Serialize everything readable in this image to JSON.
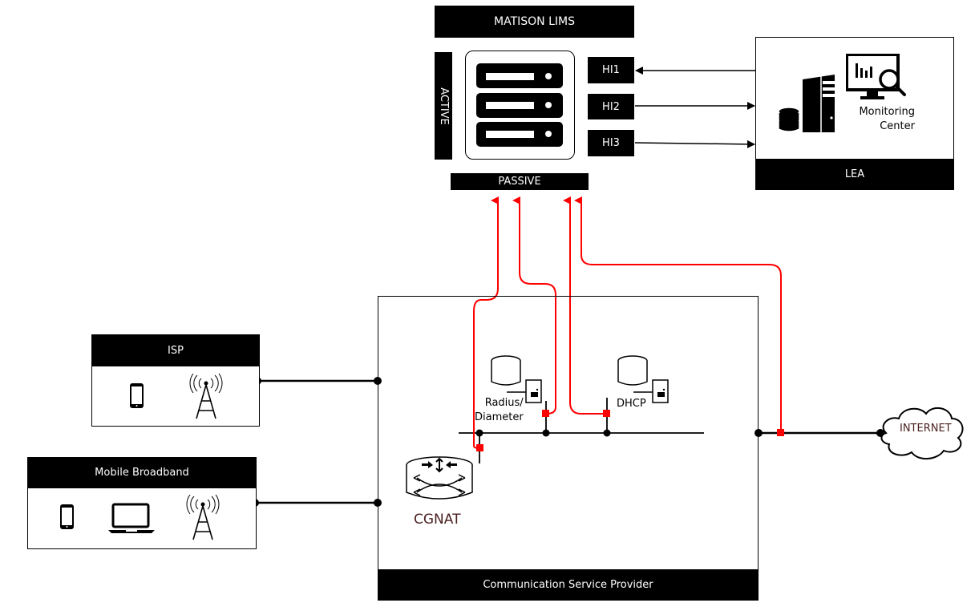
{
  "lims": {
    "title": "MATISON LIMS",
    "active_label": "ACTIVE",
    "passive_label": "PASSIVE",
    "handover_interfaces": [
      {
        "label": "HI1",
        "direction": "inbound"
      },
      {
        "label": "HI2",
        "direction": "outbound"
      },
      {
        "label": "HI3",
        "direction": "outbound"
      }
    ]
  },
  "lea": {
    "title": "LEA",
    "monitoring_label_line1": "Monitoring",
    "monitoring_label_line2": "Center"
  },
  "isp": {
    "title": "ISP",
    "icons": [
      "smartphone-icon",
      "radio-tower-icon"
    ]
  },
  "mobile_broadband": {
    "title": "Mobile Broadband",
    "icons": [
      "smartphone-icon",
      "laptop-icon",
      "radio-tower-icon"
    ]
  },
  "csp": {
    "title": "Communication Service Provider",
    "cgnat_label": "CGNAT",
    "radius_label_line1": "Radius/",
    "radius_label_line2": "Diameter",
    "dhcp_label": "DHCP"
  },
  "internet": {
    "label": "INTERNET"
  },
  "colors": {
    "tap_line": "#ff0000",
    "box_fill": "#000000",
    "label_brown": "#4a1f1f"
  }
}
